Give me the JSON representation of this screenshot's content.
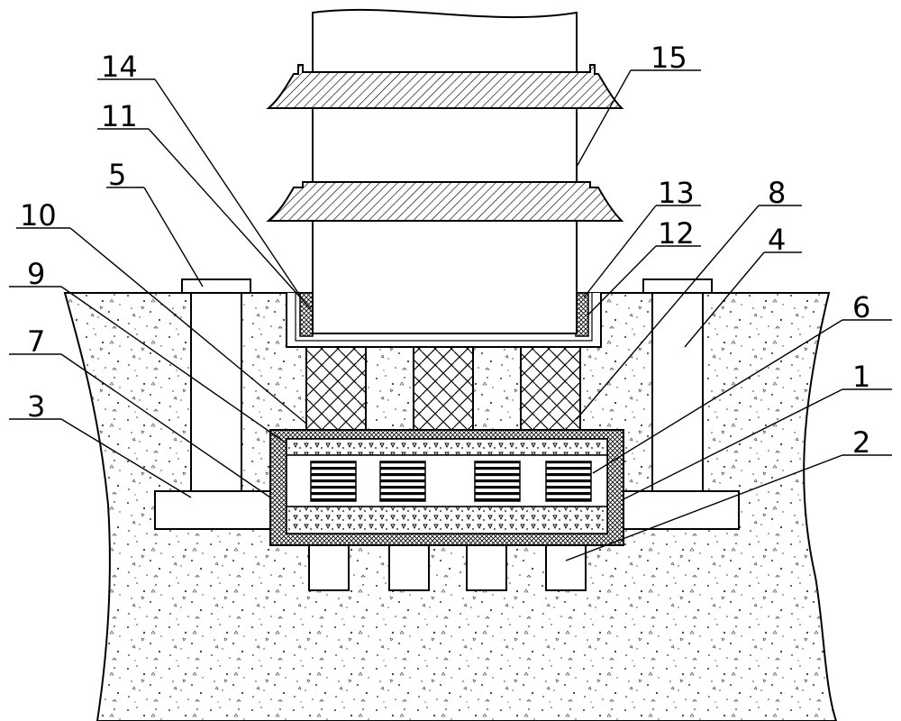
{
  "labels": {
    "c1": "1",
    "c2": "2",
    "c3": "3",
    "c4": "4",
    "c5": "5",
    "c6": "6",
    "c7": "7",
    "c8": "8",
    "c9": "9",
    "c10": "10",
    "c11": "11",
    "c12": "12",
    "c13": "13",
    "c14": "14",
    "c15": "15"
  }
}
